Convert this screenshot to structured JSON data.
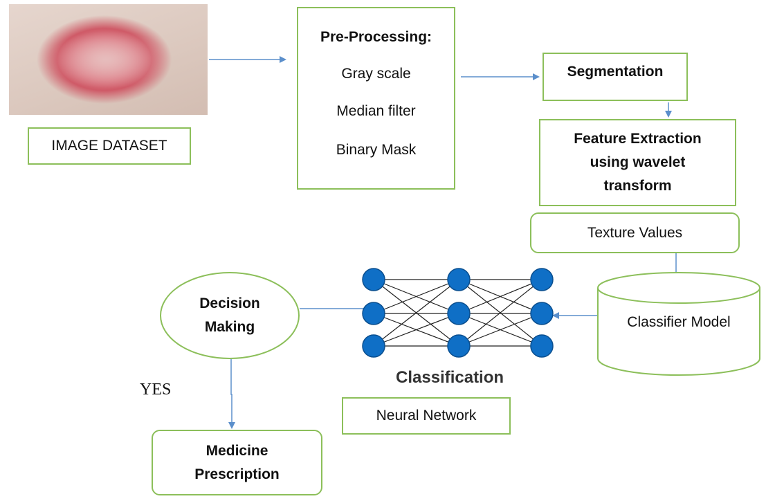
{
  "image_dataset": {
    "label": "IMAGE DATASET"
  },
  "preprocessing": {
    "title": "Pre-Processing:",
    "steps": [
      "Gray scale",
      "Median filter",
      "Binary Mask"
    ]
  },
  "segmentation": {
    "label": "Segmentation"
  },
  "feature_extraction": {
    "lines": [
      "Feature Extraction",
      "using wavelet",
      "transform"
    ]
  },
  "texture_values": {
    "label": "Texture Values"
  },
  "classifier_model": {
    "label": "Classifier Model"
  },
  "classification": {
    "label": "Classification"
  },
  "neural_network": {
    "label": "Neural Network"
  },
  "decision": {
    "lines": [
      "Decision",
      "Making"
    ]
  },
  "yes_label": "YES",
  "medicine": {
    "lines": [
      "Medicine",
      "Prescription"
    ]
  },
  "colors": {
    "box_border": "#8cbf5a",
    "arrow": "#5b8fcb",
    "node_fill": "#0f6fc6",
    "node_stroke": "#0b4f8f",
    "edge": "#222222",
    "text": "#111111"
  }
}
